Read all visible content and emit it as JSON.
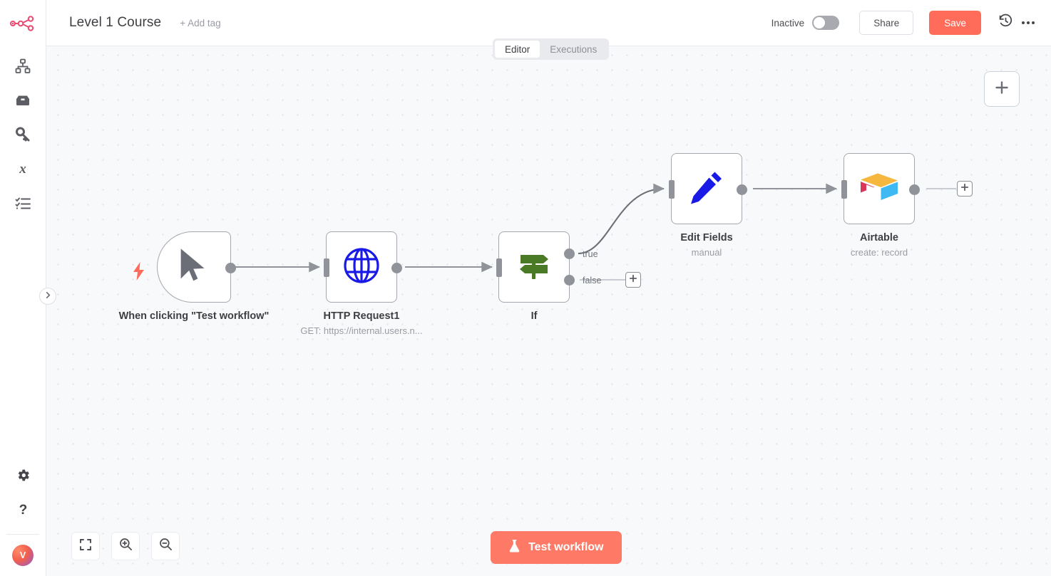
{
  "app": {
    "logo": "n8n-logo"
  },
  "header": {
    "title": "Level 1 Course",
    "add_tag": "+ Add tag",
    "activation_label": "Inactive",
    "share_label": "Share",
    "save_label": "Save",
    "history_icon": "history-icon",
    "more_icon": "ellipsis-icon",
    "save_color": "#ff6d5a"
  },
  "tabs": [
    {
      "label": "Editor",
      "active": true
    },
    {
      "label": "Executions",
      "active": false
    }
  ],
  "sidebar": {
    "items": [
      {
        "name": "workflows",
        "icon": "sitemap-icon"
      },
      {
        "name": "templates",
        "icon": "package-icon"
      },
      {
        "name": "credentials",
        "icon": "key-icon"
      },
      {
        "name": "variables",
        "icon": "variable-x-icon"
      },
      {
        "name": "executions",
        "icon": "list-check-icon"
      }
    ],
    "bottom": [
      {
        "name": "settings",
        "icon": "gear-icon"
      },
      {
        "name": "help",
        "icon": "question-mark-icon"
      }
    ],
    "avatar_initial": "V",
    "expand_icon": "chevron-right-icon"
  },
  "canvas": {
    "add_node_icon": "plus-icon",
    "nodes": [
      {
        "id": "trigger",
        "label": "When clicking \"Test workflow\"",
        "sublabel": "",
        "icon": "mouse-pointer-icon",
        "badge_icon": "lightning-bolt-icon"
      },
      {
        "id": "http",
        "label": "HTTP Request1",
        "sublabel": "GET: https://internal.users.n...",
        "icon": "globe-icon"
      },
      {
        "id": "if",
        "label": "If",
        "sublabel": "",
        "icon": "signpost-icon",
        "outputs": [
          "true",
          "false"
        ]
      },
      {
        "id": "edit-fields",
        "label": "Edit Fields",
        "sublabel": "manual",
        "icon": "pencil-icon"
      },
      {
        "id": "airtable",
        "label": "Airtable",
        "sublabel": "create: record",
        "icon": "airtable-logo-icon"
      }
    ],
    "connector_plus_label": "+"
  },
  "footer": {
    "zoom_to_fit_icon": "fit-screen-icon",
    "zoom_in_icon": "zoom-in-icon",
    "zoom_out_icon": "zoom-out-icon",
    "test_workflow_label": "Test workflow",
    "test_workflow_icon": "flask-icon",
    "test_button_color": "#ff7a66"
  }
}
